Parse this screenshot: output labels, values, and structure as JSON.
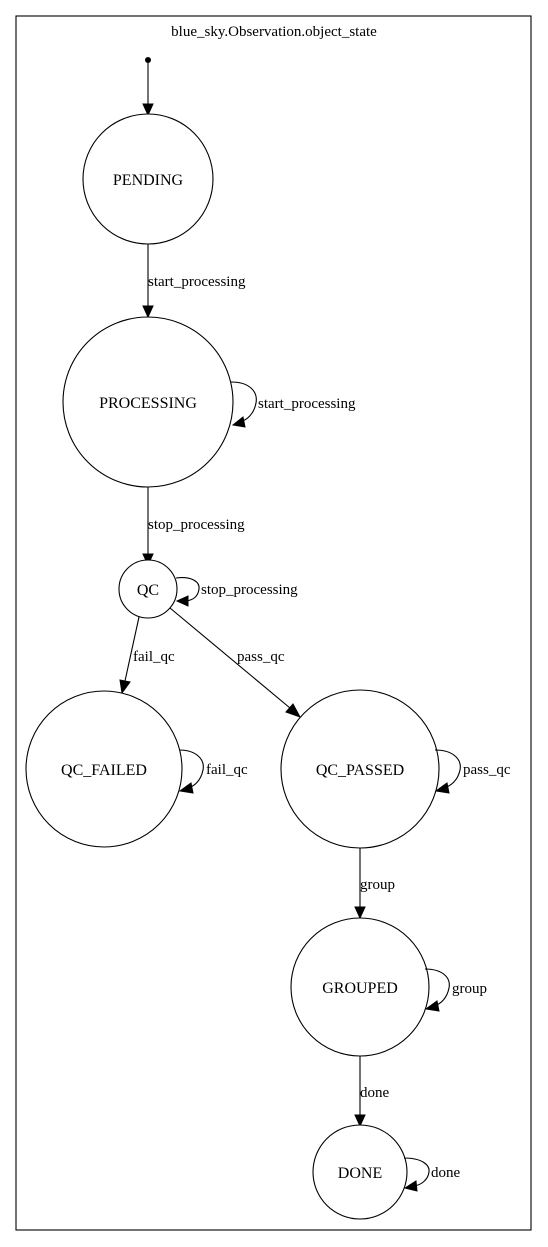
{
  "graph": {
    "title": "blue_sky.Observation.object_state"
  },
  "states": {
    "pending": "PENDING",
    "processing": "PROCESSING",
    "qc": "QC",
    "qc_failed": "QC_FAILED",
    "qc_passed": "QC_PASSED",
    "grouped": "GROUPED",
    "done": "DONE"
  },
  "transitions": {
    "pending_to_processing": "start_processing",
    "processing_self": "start_processing",
    "processing_to_qc": "stop_processing",
    "qc_self": "stop_processing",
    "qc_to_qc_failed": "fail_qc",
    "qc_to_qc_passed": "pass_qc",
    "qc_failed_self": "fail_qc",
    "qc_passed_self": "pass_qc",
    "qc_passed_to_grouped": "group",
    "grouped_self": "group",
    "grouped_to_done": "done",
    "done_self": "done"
  }
}
